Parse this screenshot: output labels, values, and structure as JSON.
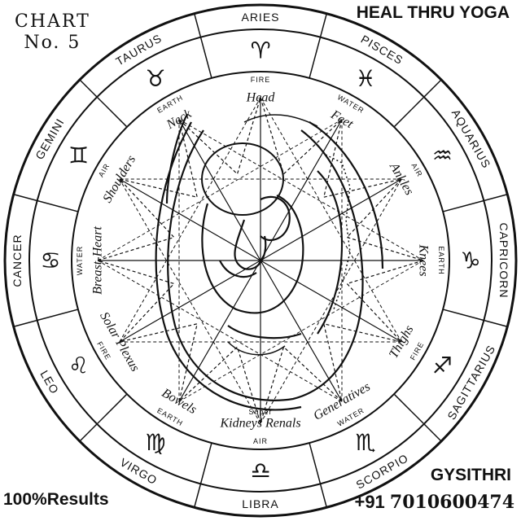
{
  "header": {
    "chart_label": "CHART",
    "chart_number": "No. 5",
    "brand": "HEAL THRU YOGA"
  },
  "footer": {
    "promo": "100%Results",
    "contact_name": "GYSITHRI",
    "phone_prefix": "+91",
    "phone_number": "7010600474"
  },
  "zodiac": [
    {
      "name": "ARIES",
      "angle": 0,
      "glyph": "♈"
    },
    {
      "name": "PISCES",
      "angle": 30,
      "glyph": "♓"
    },
    {
      "name": "AQUARIUS",
      "angle": 60,
      "glyph": "♒"
    },
    {
      "name": "CAPRICORN",
      "angle": 90,
      "glyph": "♑"
    },
    {
      "name": "SAGITTARIUS",
      "angle": 120,
      "glyph": "♐"
    },
    {
      "name": "SCORPIO",
      "angle": 150,
      "glyph": "♏"
    },
    {
      "name": "LIBRA",
      "angle": 180,
      "glyph": "♎"
    },
    {
      "name": "VIRGO",
      "angle": 210,
      "glyph": "♍"
    },
    {
      "name": "LEO",
      "angle": 240,
      "glyph": "♌"
    },
    {
      "name": "CANCER",
      "angle": 270,
      "glyph": "♋"
    },
    {
      "name": "GEMINI",
      "angle": 300,
      "glyph": "♊"
    },
    {
      "name": "TAURUS",
      "angle": 330,
      "glyph": "♉"
    }
  ],
  "elements": [
    {
      "name": "FIRE",
      "angle": 0
    },
    {
      "name": "WATER",
      "angle": 30
    },
    {
      "name": "AIR",
      "angle": 60
    },
    {
      "name": "EARTH",
      "angle": 90
    },
    {
      "name": "FIRE",
      "angle": 120
    },
    {
      "name": "WATER",
      "angle": 150
    },
    {
      "name": "AIR",
      "angle": 180
    },
    {
      "name": "EARTH",
      "angle": 210
    },
    {
      "name": "FIRE",
      "angle": 240
    },
    {
      "name": "WATER",
      "angle": 270
    },
    {
      "name": "AIR",
      "angle": 300
    },
    {
      "name": "EARTH",
      "angle": 330
    }
  ],
  "body_parts": [
    {
      "name": "Head",
      "angle": 0
    },
    {
      "name": "Feet",
      "angle": 30
    },
    {
      "name": "Ankles",
      "angle": 60
    },
    {
      "name": "Knees",
      "angle": 90
    },
    {
      "name": "Thighs",
      "angle": 120
    },
    {
      "name": "Generatives",
      "angle": 150
    },
    {
      "name": "Kidneys Renals",
      "angle": 180
    },
    {
      "name": "Super",
      "angle": 180
    },
    {
      "name": "Bowels",
      "angle": 210
    },
    {
      "name": "Solar Plexus",
      "angle": 240
    },
    {
      "name": "Breast-Heart",
      "angle": 270
    },
    {
      "name": "Shoulders",
      "angle": 300
    },
    {
      "name": "Neck",
      "angle": 330
    }
  ]
}
